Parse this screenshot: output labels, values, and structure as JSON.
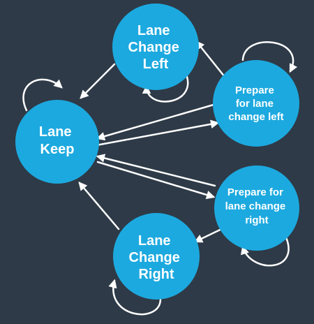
{
  "colors": {
    "background": "#2e3a47",
    "state_fill": "#1ca9df",
    "arrow": "#ffffff"
  },
  "states": {
    "lane_keep": {
      "lines": [
        "Lane",
        "Keep"
      ]
    },
    "lane_change_left": {
      "lines": [
        "Lane",
        "Change",
        "Left"
      ]
    },
    "prepare_left": {
      "lines": [
        "Prepare",
        "for lane",
        "change left"
      ]
    },
    "prepare_right": {
      "lines": [
        "Prepare for",
        "lane change",
        "right"
      ]
    },
    "lane_change_right": {
      "lines": [
        "Lane",
        "Change",
        "Right"
      ]
    }
  },
  "transitions": [
    {
      "from": "lane_keep",
      "to": "lane_keep"
    },
    {
      "from": "lane_keep",
      "to": "prepare_left"
    },
    {
      "from": "lane_keep",
      "to": "prepare_right"
    },
    {
      "from": "lane_change_left",
      "to": "lane_keep"
    },
    {
      "from": "lane_change_left",
      "to": "lane_change_left"
    },
    {
      "from": "prepare_left",
      "to": "lane_change_left"
    },
    {
      "from": "prepare_left",
      "to": "lane_keep"
    },
    {
      "from": "prepare_left",
      "to": "prepare_left"
    },
    {
      "from": "prepare_right",
      "to": "lane_keep"
    },
    {
      "from": "prepare_right",
      "to": "lane_change_right"
    },
    {
      "from": "prepare_right",
      "to": "prepare_right"
    },
    {
      "from": "lane_change_right",
      "to": "lane_keep"
    },
    {
      "from": "lane_change_right",
      "to": "lane_change_right"
    }
  ]
}
